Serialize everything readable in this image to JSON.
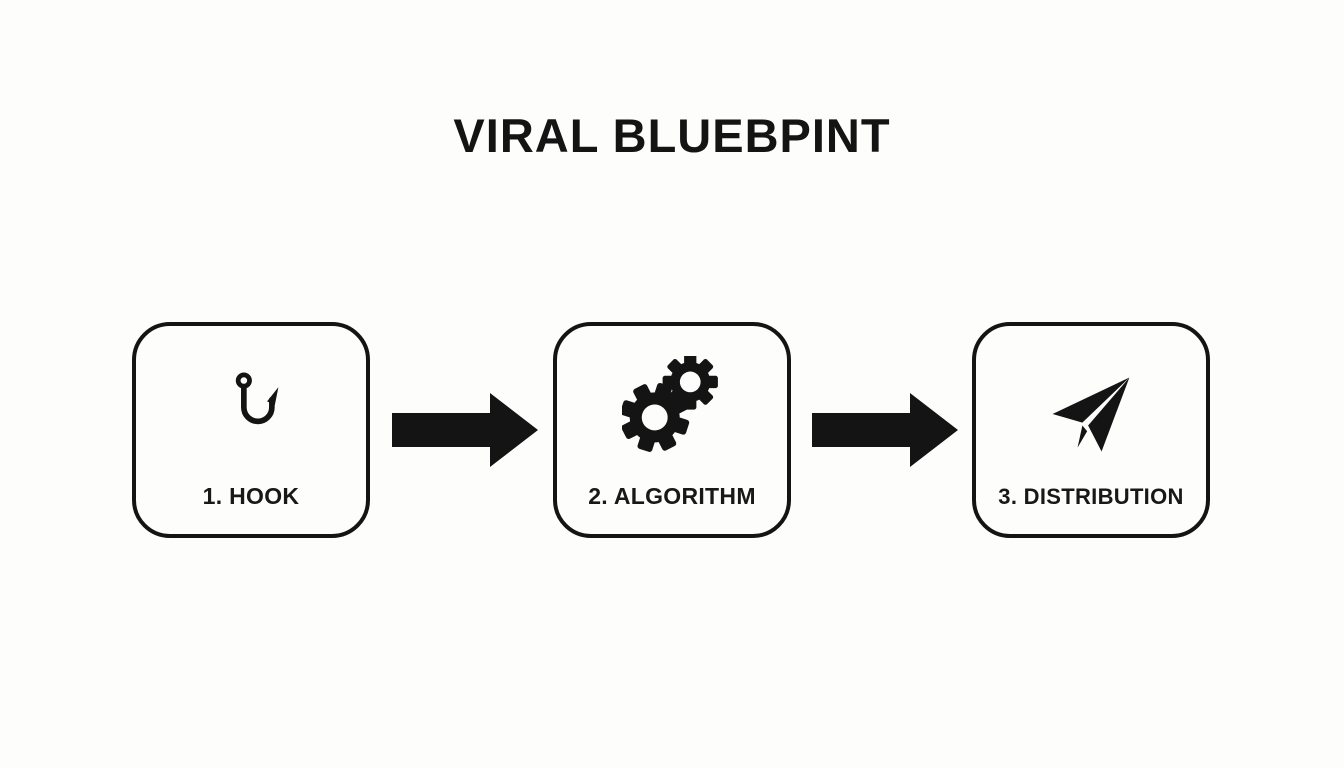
{
  "title": "VIRAL BLUEBPINT",
  "colors": {
    "background": "#fdfdfc",
    "foreground": "#141414"
  },
  "steps": [
    {
      "label": "1. HOOK",
      "icon": "fishing-hook-icon"
    },
    {
      "label": "2. ALGORITHM",
      "icon": "gears-icon"
    },
    {
      "label": "3. DISTRIBUTION",
      "icon": "paper-plane-icon"
    }
  ],
  "connectors": [
    {
      "type": "arrow-right"
    },
    {
      "type": "arrow-right"
    }
  ]
}
